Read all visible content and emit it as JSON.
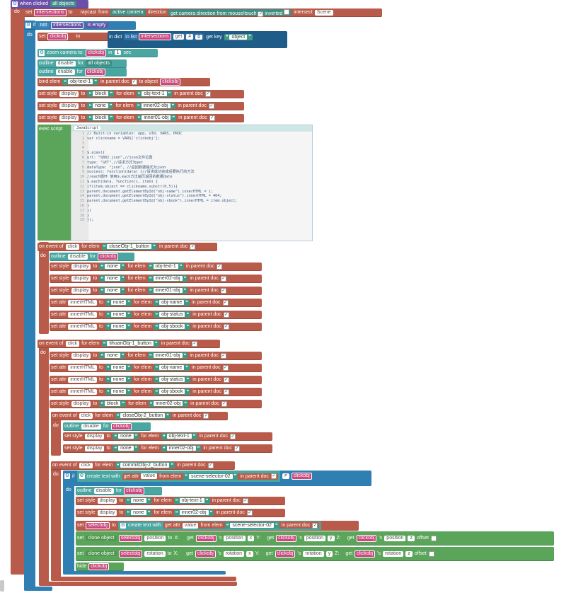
{
  "event": {
    "title": "when clicked",
    "target": "all objects",
    "do": "do"
  },
  "raycast": {
    "set": "set",
    "var": "intersections",
    "to": "to",
    "raycast": "raycast",
    "from": "from",
    "camera": "active camera",
    "direction": "direction",
    "get_dir": "get camera direction from mouse/touch",
    "inverted": "inverted",
    "intersect": "intersect",
    "scene": "Scene"
  },
  "ifblock": {
    "if": "if",
    "not": "not",
    "var": "intersections",
    "empty": "is empty",
    "do": "do"
  },
  "setclick": {
    "set": "set",
    "var": "clickobj",
    "to": "to",
    "in_dict": "in dict",
    "in_list": "in list",
    "list_var": "intersections",
    "get": "get",
    "hash": "#",
    "idx": "0",
    "get_key": "get key",
    "key": "object"
  },
  "zoom": {
    "label": "zoom camera to:",
    "var": "clickobj",
    "in": "in",
    "n": "1",
    "sec": "sec"
  },
  "outline1": {
    "outline": "outline",
    "mode": "disable",
    "for": "for",
    "target": "all objects"
  },
  "outline2": {
    "outline": "outline",
    "mode": "enable",
    "for": "for",
    "target": "clickobj"
  },
  "bind": {
    "bind": "bind elem",
    "elem": "obj-text-1",
    "doc": "in parent doc",
    "to": "to object",
    "var": "clickobj"
  },
  "styles_top": [
    {
      "set": "set style",
      "prop": "display",
      "to": "to",
      "val": "block",
      "for": "for elem",
      "elem": "obj-text-1",
      "doc": "in parent doc"
    },
    {
      "set": "set style",
      "prop": "display",
      "to": "to",
      "val": "none",
      "for": "for elem",
      "elem": "inner02-obj",
      "doc": "in parent doc"
    },
    {
      "set": "set style",
      "prop": "display",
      "to": "to",
      "val": "block",
      "for": "for elem",
      "elem": "inner01-obj",
      "doc": "in parent doc"
    }
  ],
  "exec": {
    "label": "exec script",
    "lang": "JavaScript"
  },
  "code_lines": [
    [
      "1",
      "// Built-in variables: app, v3d, VARS, PROC"
    ],
    [
      "2",
      "var clickname = VARS['clickobj'];"
    ],
    [
      "3",
      ""
    ],
    [
      "4",
      ""
    ],
    [
      "5",
      "$.ajax({"
    ],
    [
      "6",
      "    url: \"SB02.json\",//json文件位置"
    ],
    [
      "7",
      "    type: \"GET\",//请求方式为get"
    ],
    [
      "8",
      "    dataType: \"json\", //返回数据格式为json"
    ],
    [
      "9",
      "    success: function(data) {//请求成功完成后要执行的方法"
    ],
    [
      "10",
      "        //each循环 使用$.each方法遍历返回的数据date"
    ],
    [
      "11",
      "        $.each(data, function(i, item) {"
    ],
    [
      "12",
      "            if(item.object == clickname.substr(0,5)){"
    ],
    [
      "13",
      "            parent.document.getElementById(\"obj-name\").innerHTML = i;"
    ],
    [
      "14",
      "            parent.document.getElementById(\"obj-status\").innerHTML = 404;"
    ],
    [
      "15",
      "            parent.document.getElementById(\"obj-sbook\").innerHTML = item.object;"
    ],
    [
      "16",
      "            }"
    ],
    [
      "17",
      "        })"
    ],
    [
      "18",
      "    }"
    ],
    [
      "19",
      "});"
    ]
  ],
  "ev1": {
    "label": "on event of",
    "ev": "click",
    "for": "for elem",
    "elem": "closeObj-1_button",
    "doc": "in parent doc",
    "do": "do",
    "outline": "outline",
    "mode": "disable",
    "ofor": "for",
    "var": "clickobj"
  },
  "ev1_rows": [
    {
      "set": "set style",
      "prop": "display",
      "to": "to",
      "val": "none",
      "for": "for elem",
      "elem": "obj-text-1",
      "doc": "in parent doc"
    },
    {
      "set": "set style",
      "prop": "display",
      "to": "to",
      "val": "none",
      "for": "for elem",
      "elem": "inner02-obj",
      "doc": "in parent doc"
    },
    {
      "set": "set style",
      "prop": "display",
      "to": "to",
      "val": "none",
      "for": "for elem",
      "elem": "inner01-obj",
      "doc": "in parent doc"
    },
    {
      "set": "set attr",
      "prop": "innerHTML",
      "to": "to",
      "val": "none",
      "for": "for elem",
      "elem": "obj-name",
      "doc": "in parent doc"
    },
    {
      "set": "set attr",
      "prop": "innerHTML",
      "to": "to",
      "val": "none",
      "for": "for elem",
      "elem": "obj-status",
      "doc": "in parent doc"
    },
    {
      "set": "set attr",
      "prop": "innerHTML",
      "to": "to",
      "val": "none",
      "for": "for elem",
      "elem": "obj-sbook",
      "doc": "in parent doc"
    }
  ],
  "ev2": {
    "label": "on event of",
    "ev": "click",
    "for": "for elem",
    "elem": "tihuanObj-1_button",
    "doc": "in parent doc",
    "do": "do"
  },
  "ev2_rows": [
    {
      "set": "set style",
      "prop": "display",
      "to": "to",
      "val": "none",
      "for": "for elem",
      "elem": "inner01-obj",
      "doc": "in parent doc"
    },
    {
      "set": "set attr",
      "prop": "innerHTML",
      "to": "to",
      "val": "none",
      "for": "for elem",
      "elem": "obj-name",
      "doc": "in parent doc"
    },
    {
      "set": "set attr",
      "prop": "innerHTML",
      "to": "to",
      "val": "none",
      "for": "for elem",
      "elem": "obj-status",
      "doc": "in parent doc"
    },
    {
      "set": "set attr",
      "prop": "innerHTML",
      "to": "to",
      "val": "none",
      "for": "for elem",
      "elem": "obj-sbook",
      "doc": "in parent doc"
    },
    {
      "set": "set style",
      "prop": "display",
      "to": "to",
      "val": "block",
      "for": "for elem",
      "elem": "inner02-obj",
      "doc": "in parent doc"
    }
  ],
  "ev3": {
    "label": "on event of",
    "ev": "click",
    "for": "for elem",
    "elem": "closeObj-2_button",
    "doc": "in parent doc",
    "do": "do",
    "outline": "outline",
    "mode": "disable",
    "ofor": "for",
    "var": "clickobj"
  },
  "ev3_rows": [
    {
      "set": "set style",
      "prop": "display",
      "to": "to",
      "val": "none",
      "for": "for elem",
      "elem": "obj-text-1",
      "doc": "in parent doc"
    },
    {
      "set": "set style",
      "prop": "display",
      "to": "to",
      "val": "none",
      "for": "for elem",
      "elem": "inner02-obj",
      "doc": "in parent doc"
    }
  ],
  "ev4": {
    "label": "on event of",
    "ev": "click",
    "for": "for elem",
    "elem": "commitObj-2_button",
    "doc": "in parent doc",
    "do": "do"
  },
  "if2": {
    "if": "if",
    "create": "create text with",
    "get_attr": "get attr",
    "attr": "value",
    "from": "from elem",
    "elem": "scene-selector-02",
    "doc": "in parent doc",
    "op": "≠",
    "var": "clickobj",
    "do": "do"
  },
  "if2_outline": {
    "outline": "outline",
    "mode": "disable",
    "for": "for",
    "var": "clickobj"
  },
  "if2_rows": [
    {
      "set": "set style",
      "prop": "display",
      "to": "to",
      "val": "none",
      "for": "for elem",
      "elem": "obj-text-1",
      "doc": "in parent doc"
    },
    {
      "set": "set style",
      "prop": "display",
      "to": "to",
      "val": "none",
      "for": "for elem",
      "elem": "inner02-obj",
      "doc": "in parent doc"
    }
  ],
  "setsel": {
    "set": "set",
    "var": "selectobj",
    "to": "to",
    "create": "create text with",
    "get_attr": "get attr",
    "attr": "value",
    "from": "from elem",
    "elem": "scene-selector-02",
    "doc": "in parent doc"
  },
  "clone1": {
    "set": "set",
    "clone": "clone object",
    "var": "selectobj",
    "prop": "position",
    "to": "to",
    "x": "X:",
    "get": "get",
    "src": "clickobj",
    "s": "'s",
    "prop2": "position",
    "ax": "x",
    "y": "Y:",
    "ay": "y",
    "z": "Z:",
    "az": "z",
    "offset": "offset"
  },
  "clone2": {
    "set": "set",
    "clone": "clone object",
    "var": "selectobj",
    "prop": "rotation",
    "to": "to",
    "x": "X:",
    "get": "get",
    "src": "clickobj",
    "s": "'s",
    "prop2": "rotation",
    "ax": "x",
    "y": "Y:",
    "ay": "y",
    "z": "Z:",
    "az": "z",
    "offset": "offset"
  },
  "hide": {
    "label": "hide",
    "var": "clickobj"
  }
}
